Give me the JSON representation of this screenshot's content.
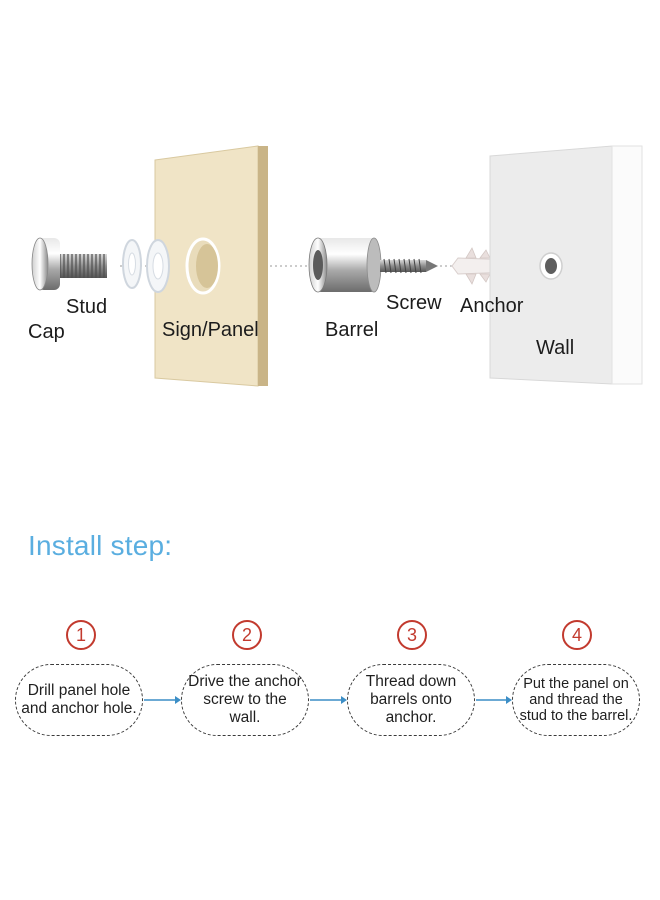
{
  "parts": {
    "cap": "Cap",
    "stud": "Stud",
    "sign_panel": "Sign/Panel",
    "barrel": "Barrel",
    "screw": "Screw",
    "anchor": "Anchor",
    "wall": "Wall"
  },
  "install": {
    "title": "Install step:",
    "steps": [
      {
        "number": "1",
        "text": "Drill panel hole\nand anchor hole."
      },
      {
        "number": "2",
        "text": "Drive the anchor\nscrew to the wall."
      },
      {
        "number": "3",
        "text": "Thread down\nbarrels onto anchor."
      },
      {
        "number": "4",
        "text": "Put the panel on\nand thread the\nstud to the barrel."
      }
    ]
  },
  "colors": {
    "panel": "#f0e4c6",
    "wall": "#ececec",
    "title": "#5aaee0",
    "step_number": "#c23a2e",
    "arrow": "#3c8ec6"
  }
}
